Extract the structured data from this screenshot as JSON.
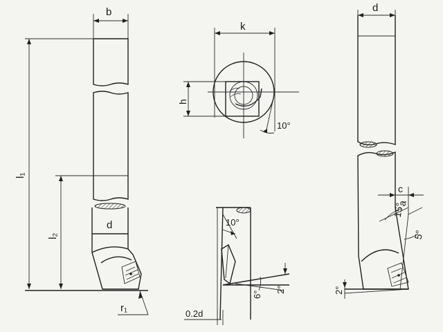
{
  "labels": {
    "b": "b",
    "k": "k",
    "h": "h",
    "d_top": "d",
    "d_left": "d",
    "l1": "l₁",
    "l2": "l₂",
    "r1": "r₁",
    "angle_10_top": "10°",
    "angle_10_bottom": "10°",
    "angle_6": "6°",
    "angle_2_mid": "2°",
    "angle_2_right": "2°",
    "gap_02d": "0.2d",
    "c": "c",
    "a": "a",
    "angle_15": "15°",
    "angle_5": "5°"
  }
}
